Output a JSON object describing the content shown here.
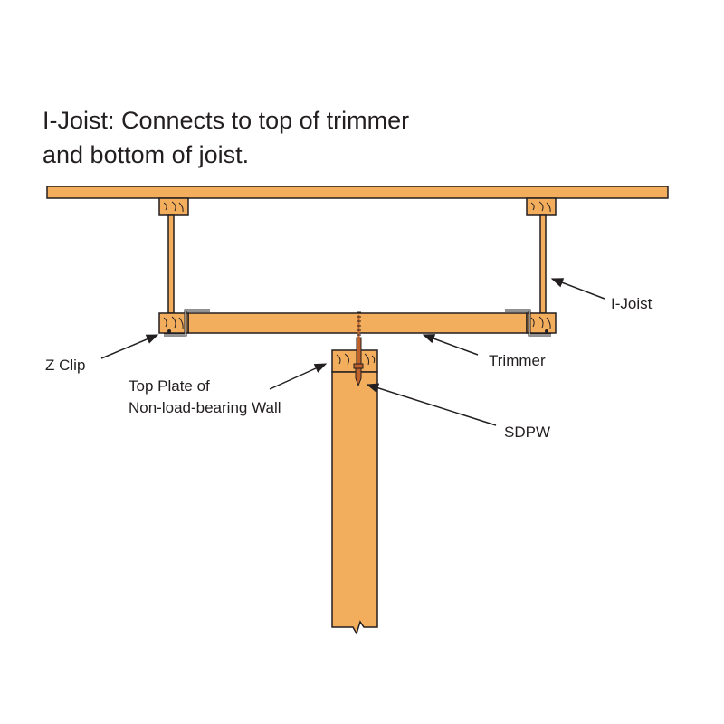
{
  "title": {
    "line1": "I-Joist: Connects to top of trimmer",
    "line2": "and bottom of joist."
  },
  "labels": {
    "i_joist": "I-Joist",
    "z_clip": "Z Clip",
    "trimmer": "Trimmer",
    "top_plate_line1": "Top Plate of",
    "top_plate_line2": "Non-load-bearing Wall",
    "sdpw": "SDPW"
  },
  "colors": {
    "wood": "#f2ae5c",
    "outline": "#231f20",
    "screw": "#c0622b",
    "clip_metal": "#d9d9d9"
  }
}
